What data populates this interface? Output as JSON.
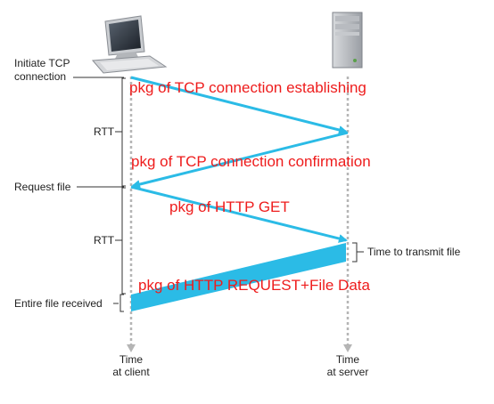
{
  "labels": {
    "initiate_line1": "Initiate TCP",
    "initiate_line2": "connection",
    "rtt_top": "RTT",
    "request_file": "Request file",
    "rtt_bottom": "RTT",
    "time_to_transmit": "Time to transmit file",
    "entire_file": "Entire file received",
    "time_client_line1": "Time",
    "time_client_line2": "at client",
    "time_server_line1": "Time",
    "time_server_line2": "at server"
  },
  "annotations": {
    "syn": "pkg of TCP connection establishing",
    "synack": "pkg of TCP connection confirmation",
    "get": "pkg of HTTP GET",
    "response": "pkg of HTTP REQUEST+File Data"
  },
  "icons": {
    "client": "desktop-computer-icon",
    "server": "server-tower-icon"
  },
  "colors": {
    "arrow": "#2bbbe6",
    "annotation": "#ee1c1c",
    "timeline": "#b5b5b5"
  }
}
